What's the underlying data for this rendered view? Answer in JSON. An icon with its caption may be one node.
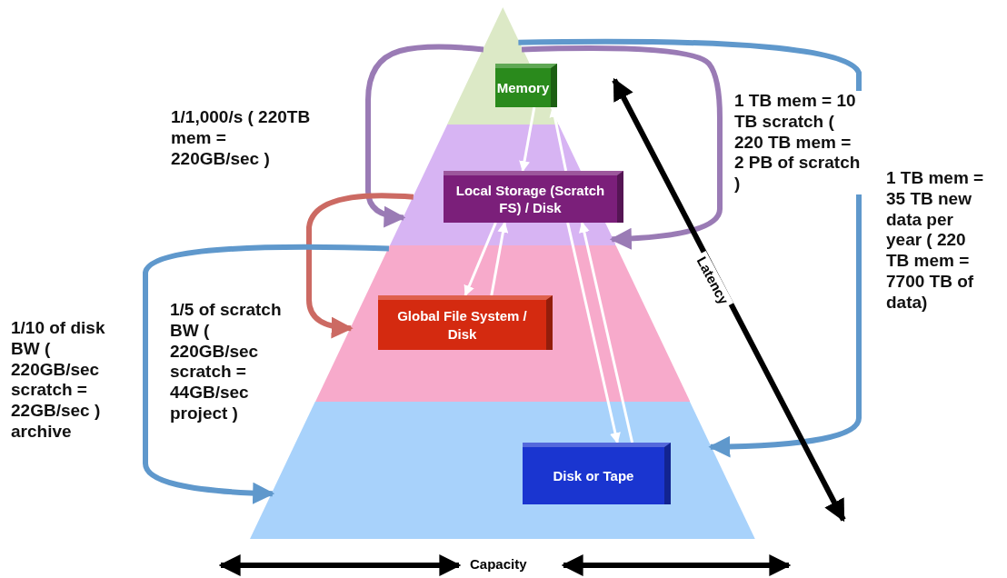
{
  "diagram": {
    "nodes": [
      {
        "text": [],
        "shape": "triangle"
      },
      {
        "text": [
          "Memory"
        ],
        "in": 0
      },
      {
        "text": [],
        "shape": "band"
      },
      {
        "text": [
          "Local Storage (Scratch FS) / Disk"
        ],
        "in": 2
      },
      {
        "text": [],
        "shape": "band"
      },
      {
        "text": [
          "Global File System / Disk"
        ],
        "in": 4
      },
      {
        "text": [],
        "shape": "band"
      },
      {
        "text": [
          "Disk or Tape"
        ],
        "in": 6
      }
    ],
    "edges": [
      {
        "from": 1,
        "to": 3,
        "arrow": "to"
      },
      {
        "from": 3,
        "to": 1,
        "arrow": "to"
      },
      {
        "from": 3,
        "to": 5,
        "arrow": "to"
      },
      {
        "from": 5,
        "to": 3,
        "arrow": "to"
      },
      {
        "from": 3,
        "to": 7,
        "arrow": "to"
      },
      {
        "from": 7,
        "to": 3,
        "arrow": "to"
      },
      {
        "from": 0,
        "to": 2,
        "arrow": "to",
        "label": "1/1,000/s ( 220TB mem = 220GB/sec )",
        "style": "thick",
        "color": "#9a7bb5"
      },
      {
        "from": 2,
        "to": 4,
        "arrow": "to",
        "label": "1/5 of scratch BW ( 220GB/sec scratch = 44GB/sec project )",
        "style": "thick",
        "color": "#cc6a63"
      },
      {
        "from": 4,
        "to": 6,
        "arrow": "to",
        "label": "1/10 of disk BW ( 220GB/sec scratch = 22GB/sec ) archive",
        "style": "thick",
        "color": "#5f98cc"
      },
      {
        "from": 0,
        "to": 2,
        "arrow": "to",
        "label": "1 TB mem = 10 TB scratch ( 220 TB mem = 2 PB of scratch )",
        "style": "thick",
        "color": "#9a7bb5"
      },
      {
        "from": 0,
        "to": 6,
        "arrow": "to",
        "label": "1 TB mem = 35 TB new data per year ( 220 TB mem = 7700 TB of data)",
        "style": "thick",
        "color": "#5f98cc"
      }
    ],
    "labels": [
      "Latency",
      "Capacity"
    ]
  }
}
